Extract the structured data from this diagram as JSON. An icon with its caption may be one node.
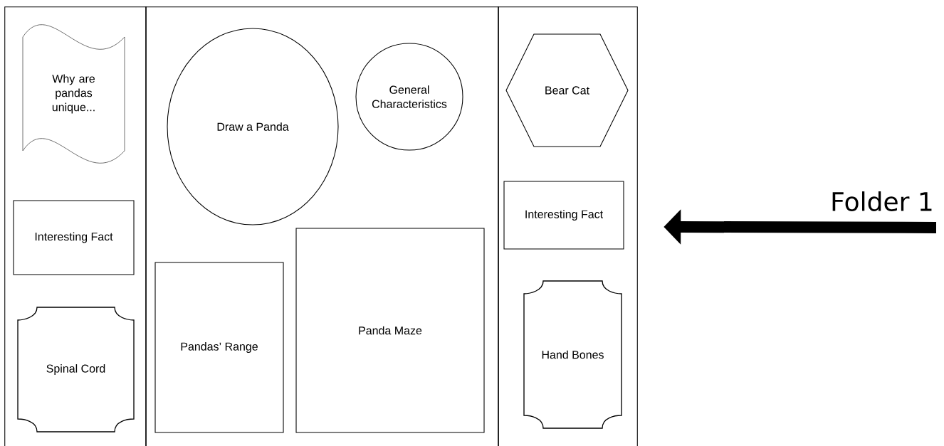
{
  "diagram": {
    "nodes": [
      {
        "text": [],
        "shape": "box"
      },
      {
        "text": [
          "Why are pandas unique..."
        ],
        "in": 0
      },
      {
        "text": [
          "Interesting Fact"
        ],
        "in": 0
      },
      {
        "text": [
          "Spinal Cord"
        ],
        "in": 0
      },
      {
        "text": [],
        "shape": "box"
      },
      {
        "text": [
          "Draw a Panda"
        ],
        "in": 4
      },
      {
        "text": [
          "General Characteristics"
        ],
        "in": 4
      },
      {
        "text": [
          "Pandas’ Range"
        ],
        "in": 4
      },
      {
        "text": [
          "Panda Maze"
        ],
        "in": 4
      },
      {
        "text": [],
        "shape": "box"
      },
      {
        "text": [
          "Bear Cat"
        ],
        "in": 9
      },
      {
        "text": [
          "Interesting Fact"
        ],
        "in": 9
      },
      {
        "text": [
          "Hand Bones"
        ],
        "in": 9
      }
    ],
    "edges": [
      {
        "from": null,
        "to": 9,
        "arrow": "to"
      }
    ],
    "labels": [
      "Folder 1"
    ]
  }
}
